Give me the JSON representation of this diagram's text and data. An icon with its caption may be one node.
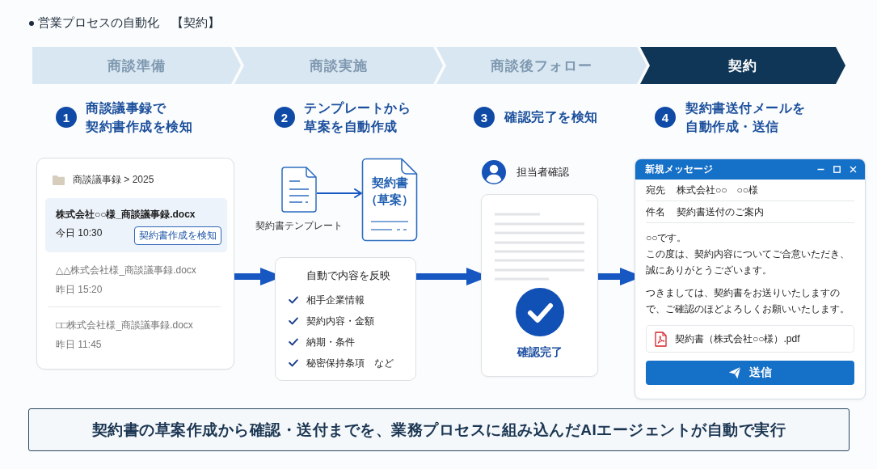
{
  "diagram": {
    "title": "営業プロセスの自動化　【契約】",
    "nodes": [
      {
        "text": [
          "商談準備"
        ]
      },
      {
        "text": [
          "商談実施"
        ]
      },
      {
        "text": [
          "商談後フォロー"
        ]
      },
      {
        "text": [
          "契約"
        ]
      },
      {
        "text": [
          "1"
        ],
        "beside": [
          "商談議事録で契約書作成を検知"
        ]
      },
      {
        "text": [
          "2"
        ],
        "beside": [
          "テンプレートから草案を自動作成"
        ]
      },
      {
        "text": [
          "3"
        ],
        "beside": [
          "確認完了を検知"
        ]
      },
      {
        "text": [
          "4"
        ],
        "beside": [
          "契約書送付メールを自動作成・送信"
        ]
      },
      {
        "text": [
          "商談議事録 > 2025",
          "△△株式会社様_商談議事録.docx",
          "昨日 15:20",
          "□□株式会社様_商談議事録.docx",
          "昨日 11:45"
        ]
      },
      {
        "text": [
          "株式会社○○様_商談議事録.docx",
          "今日 10:30"
        ],
        "in": 8
      },
      {
        "text": [
          "契約書作成を検知"
        ],
        "in": 9
      },
      {
        "text": [],
        "shape": "document",
        "beside": [
          "契約書テンプレート"
        ]
      },
      {
        "text": [
          "契約書（草案）"
        ]
      },
      {
        "text": [
          "自動で内容を反映",
          "相手企業情報",
          "契約内容・金額",
          "納期・条件",
          "秘密保持条項　など"
        ]
      },
      {
        "text": [
          "担当者確認",
          "確認完了"
        ]
      },
      {
        "text": [
          "新規メッセージ",
          "宛先",
          "株式会社○○　○○様",
          "件名",
          "契約書送付のご案内",
          "○○です。",
          "この度は、契約内容についてご合意いただき、誠にありがとうございます。",
          "つきましては、契約書をお送りいたしますので、ご確認のほどよろしくお願いいたします。"
        ]
      },
      {
        "text": [
          "契約書（株式会社○○様）.pdf"
        ],
        "in": 15
      },
      {
        "text": [
          "送信"
        ],
        "in": 15
      },
      {
        "text": [
          "契約書の草案作成から確認・送付までを、業務プロセスに組み込んだAIエージェントが自動で実行"
        ]
      }
    ],
    "edges": [
      {
        "from": 11,
        "to": 12,
        "arrow": "to"
      },
      {
        "from": 8,
        "to": 13,
        "arrow": "to"
      },
      {
        "from": 13,
        "to": 14,
        "arrow": "to"
      },
      {
        "from": 14,
        "to": 15,
        "arrow": "to"
      }
    ]
  }
}
